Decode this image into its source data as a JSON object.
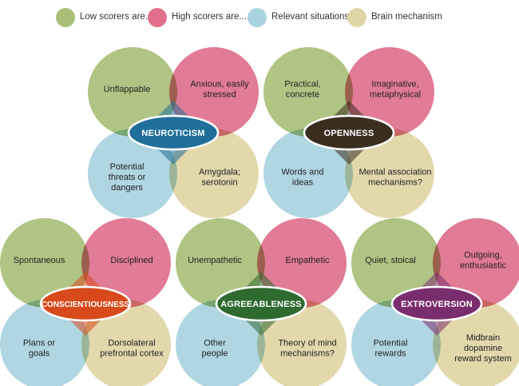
{
  "colors": {
    "low": "#a9bf78",
    "high": "#e0708c",
    "situation": "#a9d3df",
    "brain": "#e0d5a5"
  },
  "legend": [
    {
      "key": "low",
      "label": "Low scorers are..."
    },
    {
      "key": "high",
      "label": "High scorers are..."
    },
    {
      "key": "situation",
      "label": "Relevant situations"
    },
    {
      "key": "brain",
      "label": "Brain mechanism"
    }
  ],
  "traits": [
    {
      "name": "NEUROTICISM",
      "badge_color": "#1f6f9a",
      "low": [
        "Unflappable"
      ],
      "high": [
        "Anxious, easily",
        "stressed"
      ],
      "situation": [
        "Potential",
        "threats or",
        "dangers"
      ],
      "brain": [
        "Amygdala;",
        "serotonin"
      ]
    },
    {
      "name": "OPENNESS",
      "badge_color": "#3b2e1e",
      "low": [
        "Practical,",
        "concrete"
      ],
      "high": [
        "Imaginative,",
        "metaphysical"
      ],
      "situation": [
        "Words and",
        "ideas"
      ],
      "brain": [
        "Mental association",
        "mechanisms?"
      ]
    },
    {
      "name": "CONSCIENTIOUSNESS",
      "badge_color": "#d84a1c",
      "low": [
        "Spontaneous"
      ],
      "high": [
        "Disciplined"
      ],
      "situation": [
        "Plans or",
        "goals"
      ],
      "brain": [
        "Dorsolateral",
        "prefrontal cortex"
      ]
    },
    {
      "name": "AGREEABLENESS",
      "badge_color": "#2f6a2e",
      "low": [
        "Unempathetic"
      ],
      "high": [
        "Empathetic"
      ],
      "situation": [
        "Other",
        "people"
      ],
      "brain": [
        "Theory of mind",
        "mechanisms?"
      ]
    },
    {
      "name": "EXTROVERSION",
      "badge_color": "#7a2d6e",
      "low": [
        "Quiet, stoical"
      ],
      "high": [
        "Outgoing,",
        "enthusiastic"
      ],
      "situation": [
        "Potential",
        "rewards"
      ],
      "brain": [
        "Midbrain",
        "dopamine",
        "reward system"
      ]
    }
  ]
}
